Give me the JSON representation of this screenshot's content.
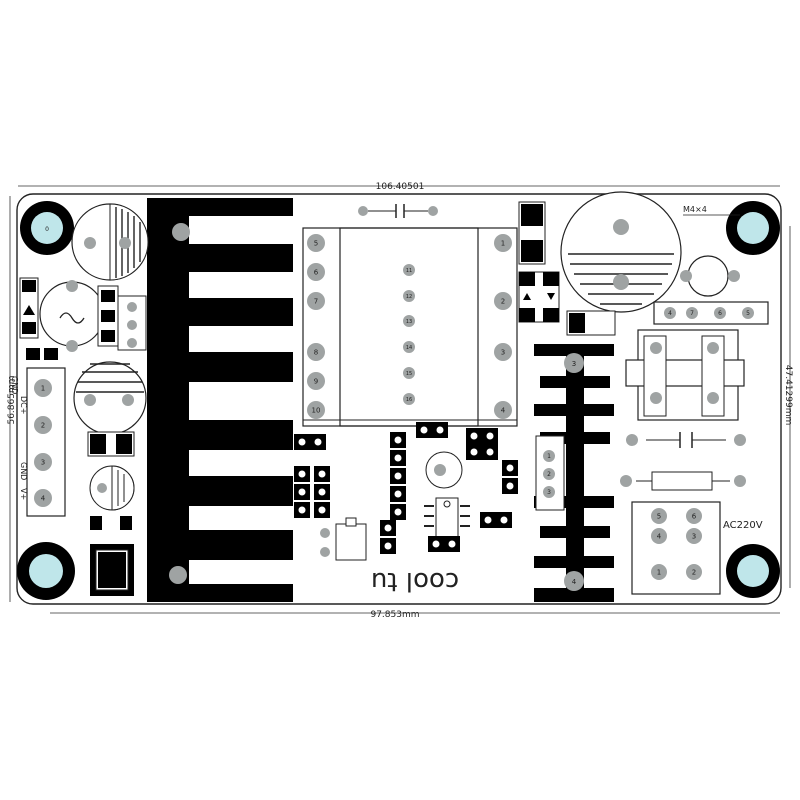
{
  "dimensions": {
    "top_width": "106.40501",
    "bottom_width": "97.853mm",
    "left_height": "56.865mm",
    "right_height": "47.41299mm"
  },
  "silkscreen": {
    "board_name": "cool tu",
    "ac_input": "AC220V",
    "mount_holes": "M4×4",
    "out_plus": "DC+",
    "out_gnd": "GND",
    "in_gnd": "GND",
    "in_plus": "V+"
  },
  "pads": {
    "transformer_left": [
      "5",
      "6",
      "7",
      "8",
      "9",
      "10"
    ],
    "transformer_right": [
      "1",
      "2",
      "3",
      "4"
    ],
    "transformer_mid": [
      "11",
      "12",
      "13",
      "14",
      "15",
      "16"
    ],
    "output_header": [
      "1",
      "2",
      "3",
      "4"
    ],
    "mid_connector": [
      "1",
      "2",
      "3"
    ],
    "ac_block": [
      "5",
      "6",
      "4",
      "3",
      "1",
      "2"
    ],
    "bridge_row": [
      "4",
      "7",
      "6",
      "5"
    ],
    "heatsink_pins": [
      "3",
      "4",
      "4"
    ],
    "hole_left": "0"
  },
  "colors": {
    "board": "#ffffff",
    "copper": "#000000",
    "pad": "#9fa3a3",
    "hole": "#bfe6ea"
  }
}
